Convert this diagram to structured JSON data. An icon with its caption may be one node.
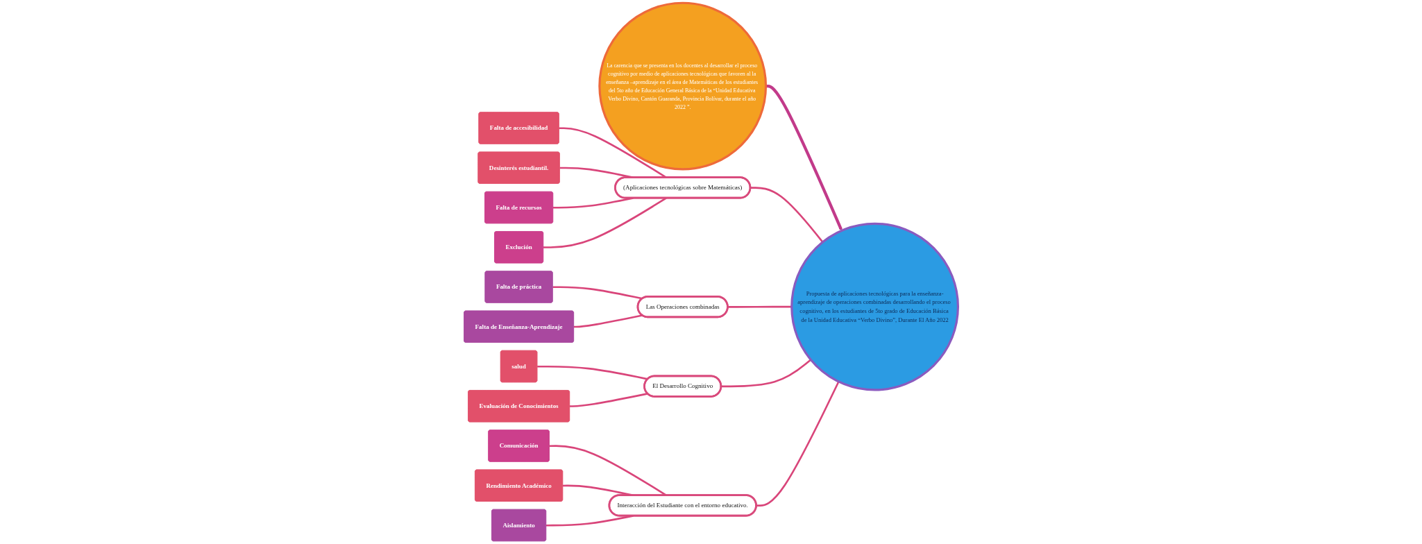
{
  "diagram": {
    "nodes": [
      {
        "text": [
          "La carencia que se presenta en los docentes al desarrollar el proceso cognitivo por medio de aplicaciones tecnológicas que favoren al la enseñanza –aprendizaje en el área de Matemáticas de los estudiantes del 5to año de Educación General Básica de la “Unidad Educativa Verbo Divino, Cantón Guaranda, Provincia Bolívar, durante el año 2022 ”."
        ]
      },
      {
        "text": [
          "(Aplicaciones tecnológicas sobre Matemáticas)"
        ]
      },
      {
        "text": [
          "Las Operaciones combinadas"
        ]
      },
      {
        "text": [
          "Falta de práctica"
        ]
      },
      {
        "text": [
          "Falta de recursos"
        ]
      },
      {
        "text": [
          "Falta de accesibilidad"
        ]
      },
      {
        "text": [
          "Falta de Enseñanza-Aprendizaje"
        ]
      },
      {
        "text": [
          "Desinterés estudiantil."
        ]
      },
      {
        "text": [
          "Exclución"
        ]
      },
      {
        "text": [
          "Propuesta de aplicaciones tecnológicas para la enseñanza-aprendizaje de operaciones combinadas desarrollando el proceso cognitivo, en los estudiantes de 5to grado de Educación Básica de la Unidad Educativa “Verbo Divino”, Durante El Año 2022"
        ]
      },
      {
        "text": [
          "salud"
        ]
      },
      {
        "text": [
          "Comunicación"
        ]
      },
      {
        "text": [
          "Evaluación de Conocimientos"
        ]
      },
      {
        "text": [
          "Aislamiento"
        ]
      },
      {
        "text": [
          "Rendimiento Académico"
        ]
      },
      {
        "text": [
          "El Desarrollo Cognitivo"
        ]
      },
      {
        "text": [
          "Interacción del Estudiante con el entorno educativo."
        ]
      }
    ],
    "edges": [
      {
        "from": 0,
        "to": 9,
        "arrow": "to"
      },
      {
        "from": 1,
        "to": 9,
        "arrow": "none"
      },
      {
        "from": 2,
        "to": 9,
        "arrow": "none"
      },
      {
        "from": 15,
        "to": 9,
        "arrow": "none"
      },
      {
        "from": 16,
        "to": 9,
        "arrow": "none"
      },
      {
        "from": 5,
        "to": 1,
        "arrow": "none"
      },
      {
        "from": 7,
        "to": 1,
        "arrow": "none"
      },
      {
        "from": 4,
        "to": 1,
        "arrow": "none"
      },
      {
        "from": 8,
        "to": 1,
        "arrow": "none"
      },
      {
        "from": 3,
        "to": 2,
        "arrow": "none"
      },
      {
        "from": 6,
        "to": 2,
        "arrow": "none"
      },
      {
        "from": 10,
        "to": 15,
        "arrow": "none"
      },
      {
        "from": 12,
        "to": 15,
        "arrow": "none"
      },
      {
        "from": 11,
        "to": 16,
        "arrow": "none"
      },
      {
        "from": 14,
        "to": 16,
        "arrow": "none"
      },
      {
        "from": 13,
        "to": 16,
        "arrow": "none"
      }
    ]
  }
}
